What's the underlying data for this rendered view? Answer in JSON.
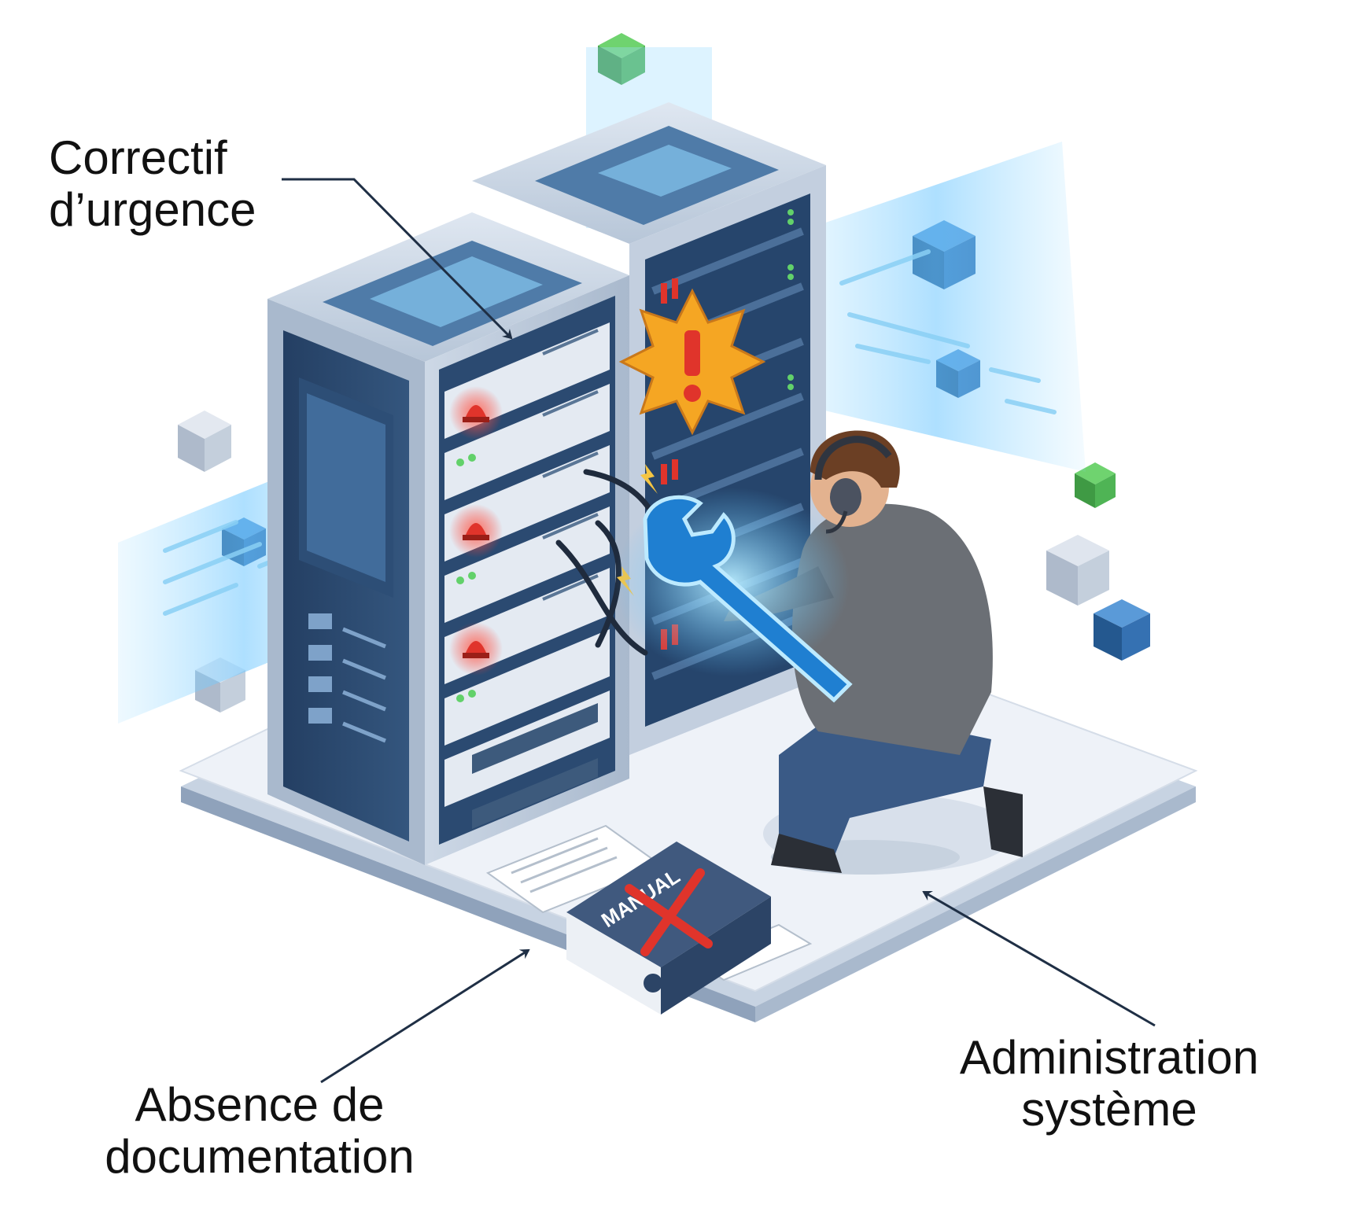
{
  "labels": {
    "correctif": {
      "line1": "Correctif",
      "line2": "d’urgence"
    },
    "absence": {
      "line1": "Absence de",
      "line2": "documentation"
    },
    "admin": {
      "line1": "Administration",
      "line2": "système"
    }
  },
  "manual": {
    "title": "MANUAL"
  },
  "colors": {
    "rack_dark": "#1f3a5f",
    "rack_mid": "#3d5f86",
    "rack_light": "#c9d6e6",
    "accent_blue": "#3aa3e6",
    "glow": "#7fd3ff",
    "alert_orange": "#f5a623",
    "alert_red": "#e0342b",
    "cube_green": "#4caf50",
    "cube_blue": "#2f6fae",
    "cube_gray": "#b8c3d2",
    "hoodie": "#6b6f75",
    "jeans": "#3a5a86",
    "platform": "#e7edf5"
  },
  "icons": [
    "alert-starburst-icon",
    "wrench-icon",
    "siren-icon",
    "manual-book-icon",
    "headset-icon"
  ]
}
